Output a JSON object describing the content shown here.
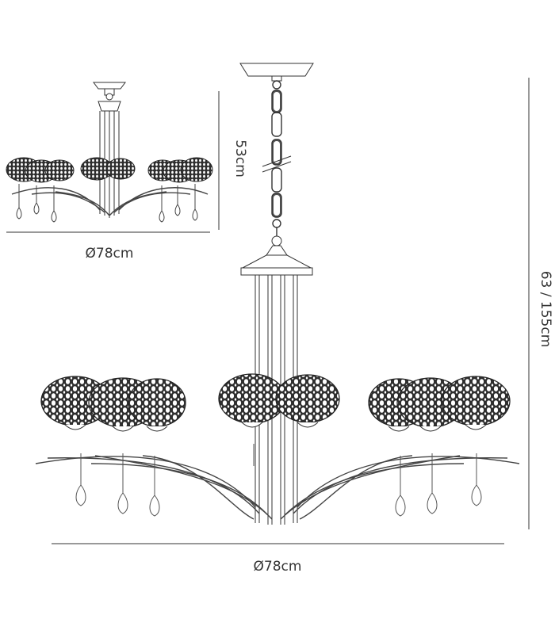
{
  "dimensions": {
    "small_width": "Ø78cm",
    "small_height": "53cm",
    "large_width": "Ø78cm",
    "large_height": "63 / 155cm"
  },
  "colors": {
    "line": "#333333",
    "shade": "#3a3a3a",
    "background": "#ffffff"
  },
  "icons": {
    "shade_pattern": "woven-dome-shade",
    "crystal": "teardrop-crystal"
  }
}
